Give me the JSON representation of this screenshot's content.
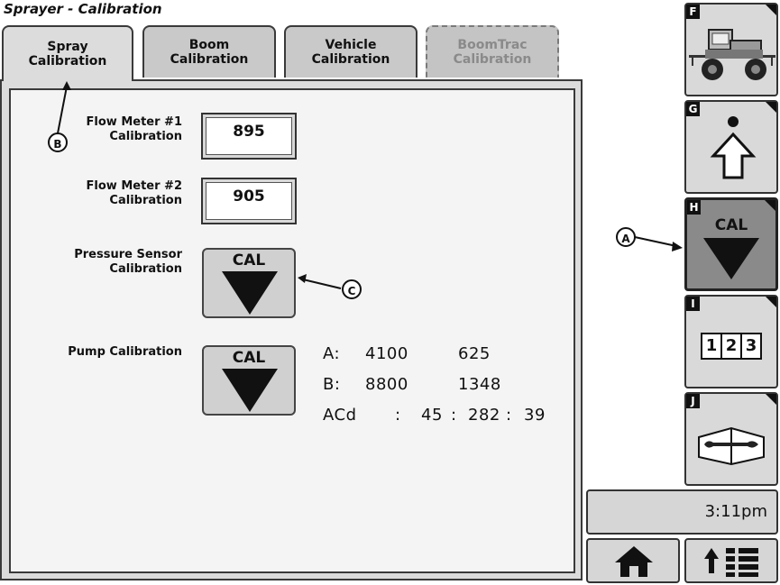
{
  "title": "Sprayer - Calibration",
  "tabs": [
    {
      "label": "Spray\nCalibration",
      "line1": "Spray",
      "line2": "Calibration",
      "state": "active"
    },
    {
      "label": "Boom\nCalibration",
      "line1": "Boom",
      "line2": "Calibration",
      "state": "normal"
    },
    {
      "label": "Vehicle\nCalibration",
      "line1": "Vehicle",
      "line2": "Calibration",
      "state": "normal"
    },
    {
      "label": "BoomTrac\nCalibration",
      "line1": "BoomTrac",
      "line2": "Calibration",
      "state": "disabled"
    }
  ],
  "flow_meter_1": {
    "label_line1": "Flow Meter #1",
    "label_line2": "Calibration",
    "value": "895"
  },
  "flow_meter_2": {
    "label_line1": "Flow Meter #2",
    "label_line2": "Calibration",
    "value": "905"
  },
  "pressure_sensor": {
    "label_line1": "Pressure Sensor",
    "label_line2": "Calibration",
    "button_label": "CAL"
  },
  "pump": {
    "label": "Pump Calibration",
    "button_label": "CAL",
    "rows": [
      {
        "key": "A:",
        "v1": "4100",
        "v2": "625"
      },
      {
        "key": "B:",
        "v1": "8800",
        "v2": "1348"
      }
    ],
    "acd": {
      "key": "ACd",
      "sep1": ":",
      "v1": "45",
      "sep2": ":",
      "v2": "282",
      "sep3": ":",
      "v3": "39"
    }
  },
  "softkeys": [
    {
      "key": "F",
      "icon": "sprayer-vehicle-icon"
    },
    {
      "key": "G",
      "icon": "up-arrow-icon"
    },
    {
      "key": "H",
      "icon": "cal-down-icon",
      "text": "CAL",
      "selected": true
    },
    {
      "key": "I",
      "icon": "number-entry-icon",
      "digits": [
        "1",
        "2",
        "3"
      ]
    },
    {
      "key": "J",
      "icon": "wrench-book-icon"
    }
  ],
  "clock": "3:11pm",
  "nav": {
    "home_icon": "home-icon",
    "menu_icon": "up-menu-icon"
  },
  "callouts": {
    "a": "A",
    "b": "B",
    "c": "C"
  },
  "colors": {
    "panel": "#dcdcdc",
    "selected_key": "#8a8a8a",
    "inner": "#f4f4f4"
  }
}
